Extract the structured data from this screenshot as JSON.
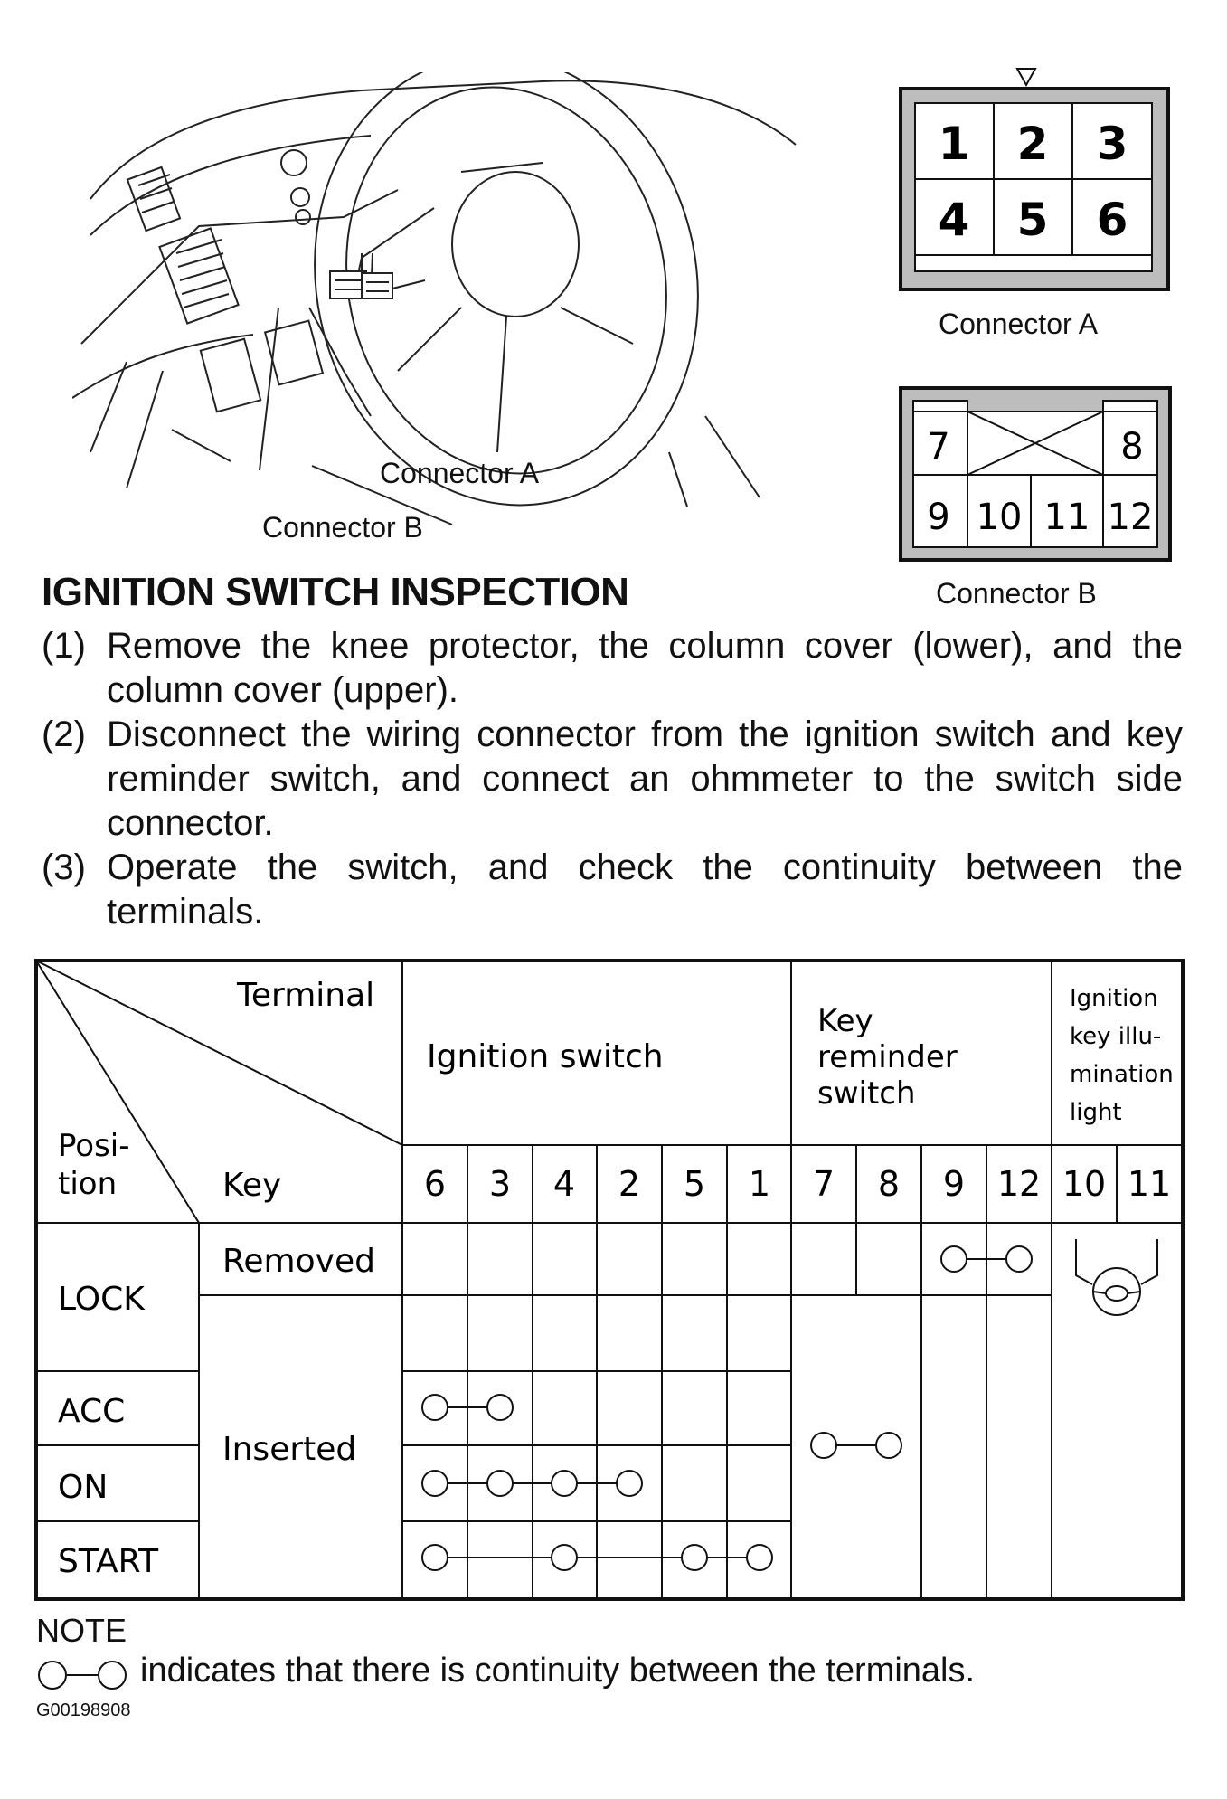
{
  "figure": {
    "label_connector_a": "Connector A",
    "label_connector_b": "Connector B"
  },
  "connector_a": {
    "caption": "Connector A",
    "pins": [
      "1",
      "2",
      "3",
      "4",
      "5",
      "6"
    ]
  },
  "connector_b": {
    "caption": "Connector B",
    "pins_top": [
      "7",
      "8"
    ],
    "pins_bottom": [
      "9",
      "10",
      "11",
      "12"
    ]
  },
  "section_title": "IGNITION SWITCH INSPECTION",
  "steps": [
    {
      "num": "(1)",
      "text": "Remove the knee protector, the column cover (lower), and the column cover (upper)."
    },
    {
      "num": "(2)",
      "text": "Disconnect the wiring connector from the ignition switch and key reminder switch, and connect an ohmmeter to the switch side connector."
    },
    {
      "num": "(3)",
      "text": "Operate the switch, and check the continuity between the terminals."
    }
  ],
  "table": {
    "corner_terminal": "Terminal",
    "corner_position": "Posi-\ntion",
    "corner_key": "Key",
    "groups": [
      {
        "label": "Ignition switch"
      },
      {
        "label": "Key\nreminder\nswitch"
      },
      {
        "label": "Ignition\nkey illu-\nmination\nlight"
      }
    ],
    "terminals": [
      "6",
      "3",
      "4",
      "2",
      "5",
      "1",
      "7",
      "8",
      "9",
      "12",
      "10",
      "11"
    ],
    "positions": [
      "LOCK",
      "ACC",
      "ON",
      "START"
    ],
    "keys": [
      "Removed",
      "Inserted"
    ]
  },
  "note": {
    "heading": "NOTE",
    "text": "indicates that there is continuity between the terminals."
  },
  "figure_id": "G00198908"
}
